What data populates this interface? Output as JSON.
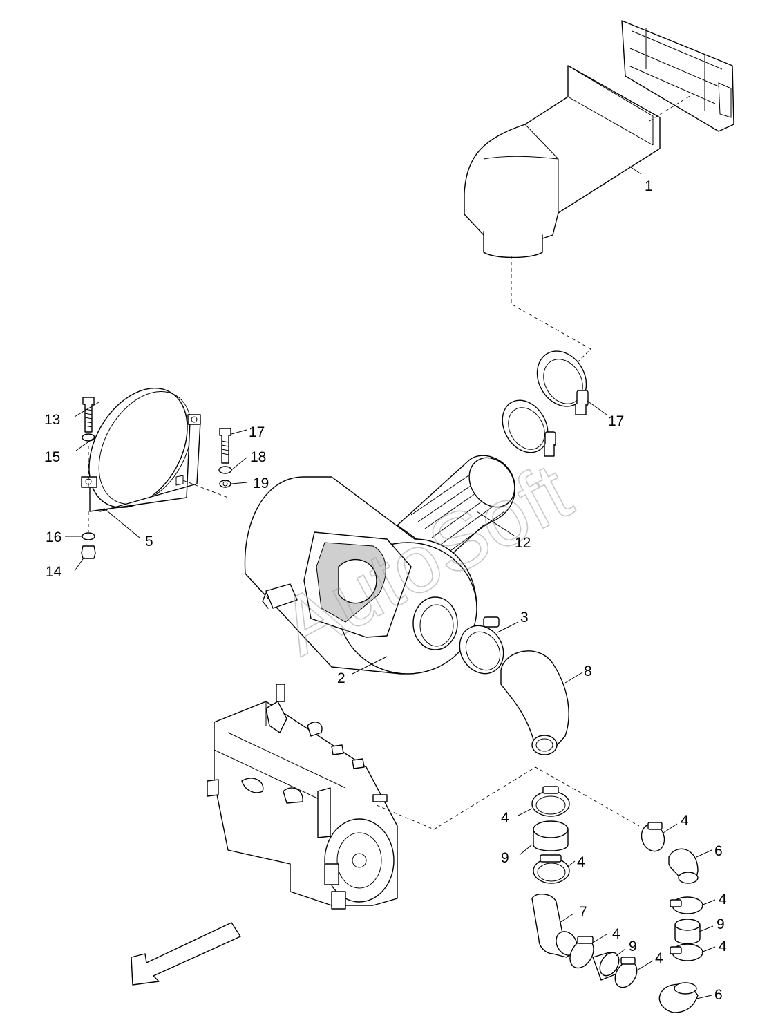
{
  "watermark": "AutoSoft",
  "callouts": [
    {
      "id": "c1",
      "text": "1"
    },
    {
      "id": "c2",
      "text": "2"
    },
    {
      "id": "c3",
      "text": "3"
    },
    {
      "id": "c4a",
      "text": "4"
    },
    {
      "id": "c4b",
      "text": "4"
    },
    {
      "id": "c4c",
      "text": "4"
    },
    {
      "id": "c4d",
      "text": "4"
    },
    {
      "id": "c4e",
      "text": "4"
    },
    {
      "id": "c4f",
      "text": "4"
    },
    {
      "id": "c4g",
      "text": "4"
    },
    {
      "id": "c5",
      "text": "5"
    },
    {
      "id": "c6a",
      "text": "6"
    },
    {
      "id": "c6b",
      "text": "6"
    },
    {
      "id": "c7",
      "text": "7"
    },
    {
      "id": "c8",
      "text": "8"
    },
    {
      "id": "c9a",
      "text": "9"
    },
    {
      "id": "c9b",
      "text": "9"
    },
    {
      "id": "c9c",
      "text": "9"
    },
    {
      "id": "c12",
      "text": "12"
    },
    {
      "id": "c13",
      "text": "13"
    },
    {
      "id": "c14",
      "text": "14"
    },
    {
      "id": "c15",
      "text": "15"
    },
    {
      "id": "c16",
      "text": "16"
    },
    {
      "id": "c17a",
      "text": "17"
    },
    {
      "id": "c17b",
      "text": "17"
    },
    {
      "id": "c18",
      "text": "18"
    },
    {
      "id": "c19",
      "text": "19"
    }
  ]
}
